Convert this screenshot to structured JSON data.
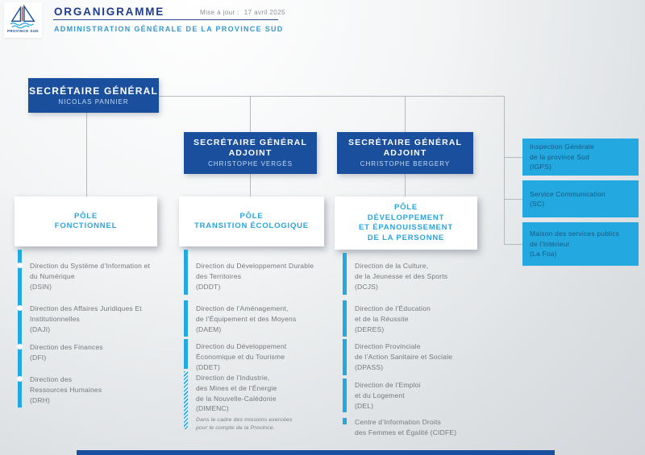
{
  "header": {
    "brand": "PROVINCE SUD",
    "title": "ORGANIGRAMME",
    "updated_label": "Mise à jour :",
    "updated_date": "17 avril 2025",
    "subtitle": "ADMINISTRATION GÉNÉRALE DE LA PROVINCE SUD"
  },
  "sg": {
    "title": "SECRÉTAIRE GÉNÉRAL",
    "name": "NICOLAS PANNIER"
  },
  "adjoint1": {
    "title_line1": "SECRÉTAIRE GÉNÉRAL",
    "title_line2": "ADJOINT",
    "name": "CHRISTOPHE VERGÈS"
  },
  "adjoint2": {
    "title_line1": "SECRÉTAIRE GÉNÉRAL",
    "title_line2": "ADJOINT",
    "name": "CHRISTOPHE BERGERY"
  },
  "services": {
    "igps": {
      "l1": "Inspection Générale",
      "l2": "de la province Sud",
      "l3": "(IGPS)"
    },
    "sc": {
      "l1": "Service Communication",
      "l2": "(SC)"
    },
    "mspi": {
      "l1": "Maison des services publics",
      "l2": "de l’Intérieur",
      "l3": "(La Foa)"
    }
  },
  "poles": {
    "fonctionnel": {
      "l1": "PÔLE",
      "l2": "FONCTIONNEL"
    },
    "transition": {
      "l1": "PÔLE",
      "l2": "TRANSITION ÉCOLOGIQUE"
    },
    "developpement": {
      "l1": "PÔLE",
      "l2": "DÉVELOPPEMENT",
      "l3": "ET ÉPANOUISSEMENT",
      "l4": "DE LA PERSONNE"
    }
  },
  "col1": {
    "dsin": {
      "l1": "Direction du Système d’Information et",
      "l2": "du Numérique",
      "l3": "(DSIN)"
    },
    "daji": {
      "l1": "Direction des Affaires Juridiques Et",
      "l2": "Institutionnelles",
      "l3": "(DAJI)"
    },
    "dfi": {
      "l1": "Direction des Finances",
      "l2": "(DFI)"
    },
    "drh": {
      "l1": "Direction des",
      "l2": "Ressources Humaines",
      "l3": "(DRH)"
    }
  },
  "col2": {
    "dddt": {
      "l1": "Direction du Développement Durable",
      "l2": "des Territoires",
      "l3": "(DDDT)"
    },
    "daem": {
      "l1": "Direction de l’Aménagement,",
      "l2": "de l’Équipement et des Moyens",
      "l3": "(DAEM)"
    },
    "ddet": {
      "l1": "Direction du Développement",
      "l2": "Économique et du Tourisme",
      "l3": "(DDET)"
    },
    "dimenc": {
      "l1": "Direction de l’Industrie,",
      "l2": "des Mines et de l’Énergie",
      "l3": "de la Nouvelle-Calédonie",
      "l4": "(DIMENC)",
      "note1": "Dans le cadre des missions exercées",
      "note2": "pour le compte de la Province."
    }
  },
  "col3": {
    "dcjs": {
      "l1": "Direction de la Culture,",
      "l2": "de la Jeunesse et des Sports",
      "l3": "(DCJS)"
    },
    "deres": {
      "l1": "Direction de l’Éducation",
      "l2": "et de la Réussite",
      "l3": "(DERES)"
    },
    "dpass": {
      "l1": "Direction Provinciale",
      "l2": "de l’Action Sanitaire et Sociale",
      "l3": "(DPASS)"
    },
    "del": {
      "l1": "Direction de l’Emploi",
      "l2": "et du Logement",
      "l3": "(DEL)"
    },
    "cidfe": {
      "l1": "Centre d’Information Droits",
      "l2": "des Femmes et Égalité (CIDFE)"
    }
  },
  "colors": {
    "navy": "#1a4f9d",
    "cyan": "#23a8e0",
    "title_navy": "#203c8e",
    "subtitle_blue": "#3598cd",
    "text_gray": "#75787d",
    "connector_gray": "#b6bac0"
  }
}
